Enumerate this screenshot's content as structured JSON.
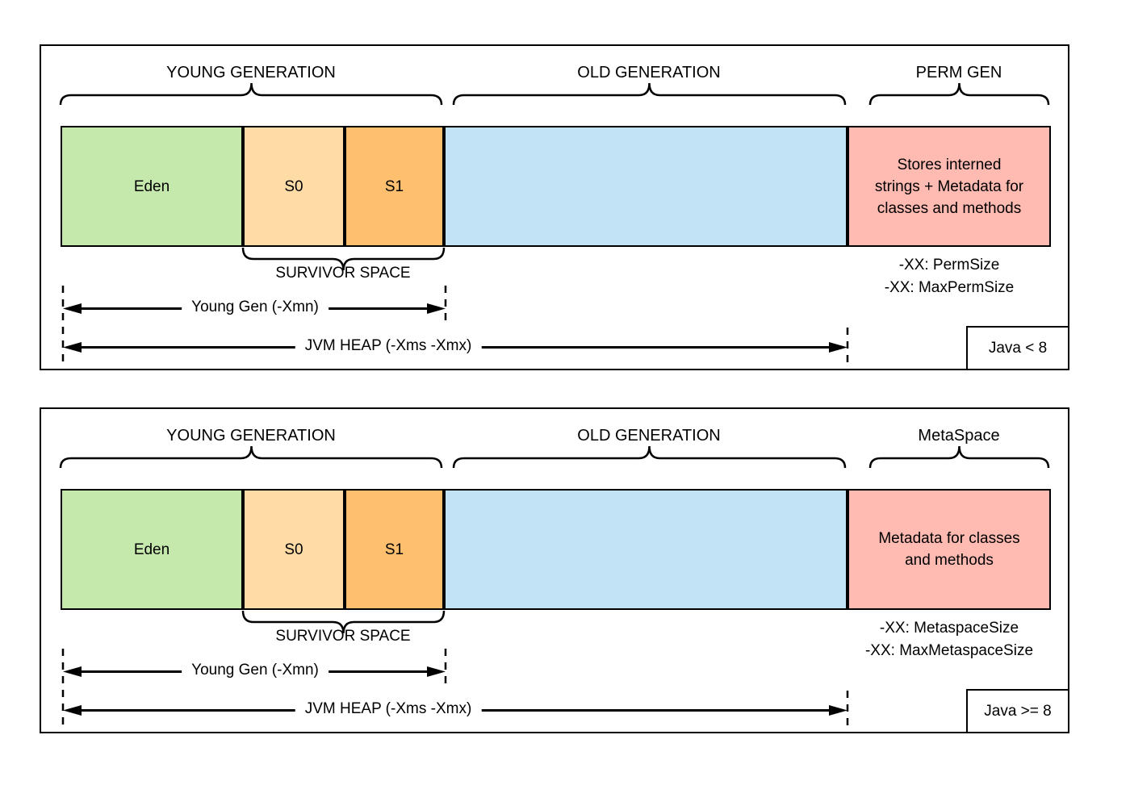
{
  "colors": {
    "eden": "#c5e8ac",
    "s0": "#ffdca6",
    "s1": "#fec06f",
    "old_gen": "#c1e3f5",
    "perm": "#ffbab1",
    "line": "#000000",
    "background": "#ffffff"
  },
  "panels": [
    {
      "version_label": "Java < 8",
      "sections": [
        {
          "label": "YOUNG GENERATION"
        },
        {
          "label": "OLD GENERATION"
        },
        {
          "label": "PERM GEN"
        }
      ],
      "boxes": {
        "eden": "Eden",
        "s0": "S0",
        "s1": "S1",
        "old": "",
        "perm": "Stores interned\nstrings + Metadata for\nclasses and methods"
      },
      "survivor_label": "SURVIVOR SPACE",
      "flags": [
        "-XX: PermSize",
        "-XX: MaxPermSize"
      ],
      "young_arrow_label": "Young Gen (-Xmn)",
      "heap_arrow_label": "JVM HEAP (-Xms -Xmx)"
    },
    {
      "version_label": "Java >= 8",
      "sections": [
        {
          "label": "YOUNG GENERATION"
        },
        {
          "label": "OLD GENERATION"
        },
        {
          "label": "MetaSpace"
        }
      ],
      "boxes": {
        "eden": "Eden",
        "s0": "S0",
        "s1": "S1",
        "old": "",
        "perm": "Metadata for classes\nand methods"
      },
      "survivor_label": "SURVIVOR SPACE",
      "flags": [
        "-XX: MetaspaceSize",
        "-XX: MaxMetaspaceSize"
      ],
      "young_arrow_label": "Young Gen (-Xmn)",
      "heap_arrow_label": "JVM HEAP (-Xms -Xmx)"
    }
  ]
}
